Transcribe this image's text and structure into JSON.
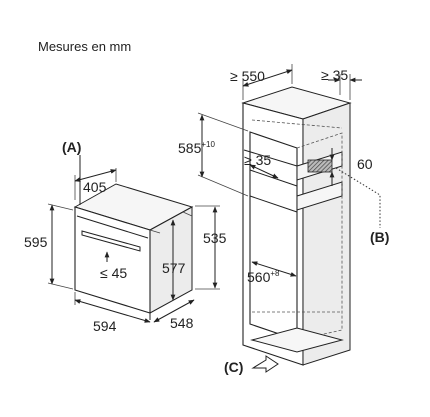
{
  "title": "Mesures en mm",
  "labels": {
    "a": "(A)",
    "b": "(B)",
    "c": "(C)"
  },
  "oven": {
    "depth": "405",
    "height": "595",
    "width": "594",
    "body_depth": "548",
    "body_height": "535",
    "door_height": "577",
    "clearance": "≤ 45"
  },
  "cabinet": {
    "min_depth": "≥ 550",
    "rear_gap": "≥ 35",
    "inner_gap": "≥ 35",
    "niche_height": "585",
    "niche_height_tol": "+10",
    "vent": "60",
    "niche_width": "560",
    "niche_width_tol": "+8"
  }
}
